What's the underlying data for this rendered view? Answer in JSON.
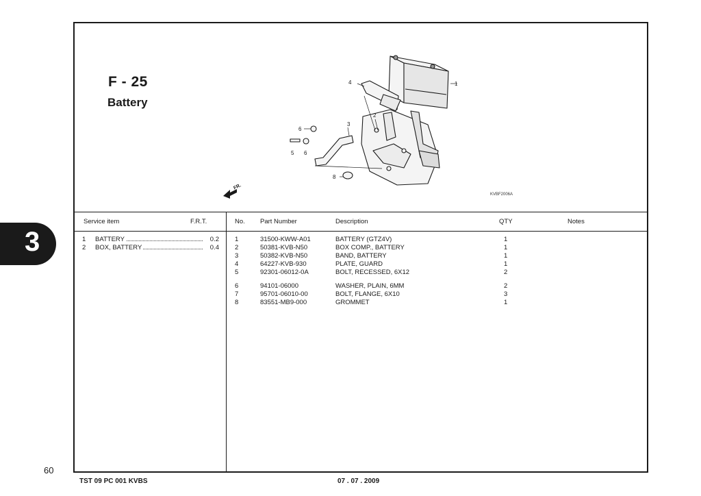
{
  "figure": {
    "code": "F - 25",
    "title": "Battery",
    "diagram_code": "KVBF2006A",
    "front_label": "FR.",
    "callouts": [
      "1",
      "2",
      "3",
      "4",
      "5",
      "6",
      "6",
      "8"
    ]
  },
  "service_table": {
    "headers": {
      "item": "Service item",
      "frt": "F.R.T."
    },
    "rows": [
      {
        "no": "1",
        "item": "BATTERY",
        "frt": "0.2"
      },
      {
        "no": "2",
        "item": "BOX, BATTERY",
        "frt": "0.4"
      }
    ]
  },
  "parts_table": {
    "headers": {
      "no": "No.",
      "part_number": "Part Number",
      "description": "Description",
      "qty": "QTY",
      "notes": "Notes"
    },
    "rows": [
      {
        "no": "1",
        "part_number": "31500-KWW-A01",
        "description": "BATTERY (GTZ4V)",
        "qty": "1"
      },
      {
        "no": "2",
        "part_number": "50381-KVB-N50",
        "description": "BOX COMP., BATTERY",
        "qty": "1"
      },
      {
        "no": "3",
        "part_number": "50382-KVB-N50",
        "description": "BAND, BATTERY",
        "qty": "1"
      },
      {
        "no": "4",
        "part_number": "64227-KVB-930",
        "description": "PLATE, GUARD",
        "qty": "1"
      },
      {
        "no": "5",
        "part_number": "92301-06012-0A",
        "description": "BOLT, RECESSED, 6X12",
        "qty": "2"
      },
      {
        "no": "6",
        "part_number": "94101-06000",
        "description": "WASHER, PLAIN, 6MM",
        "qty": "2"
      },
      {
        "no": "7",
        "part_number": "95701-06010-00",
        "description": "BOLT, FLANGE, 6X10",
        "qty": "3"
      },
      {
        "no": "8",
        "part_number": "83551-MB9-000",
        "description": "GROMMET",
        "qty": "1"
      }
    ]
  },
  "section_tab": "3",
  "page_number": "60",
  "footer": {
    "doc_code": "TST 09 PC 001 KVBS",
    "date": "07 . 07 . 2009"
  }
}
